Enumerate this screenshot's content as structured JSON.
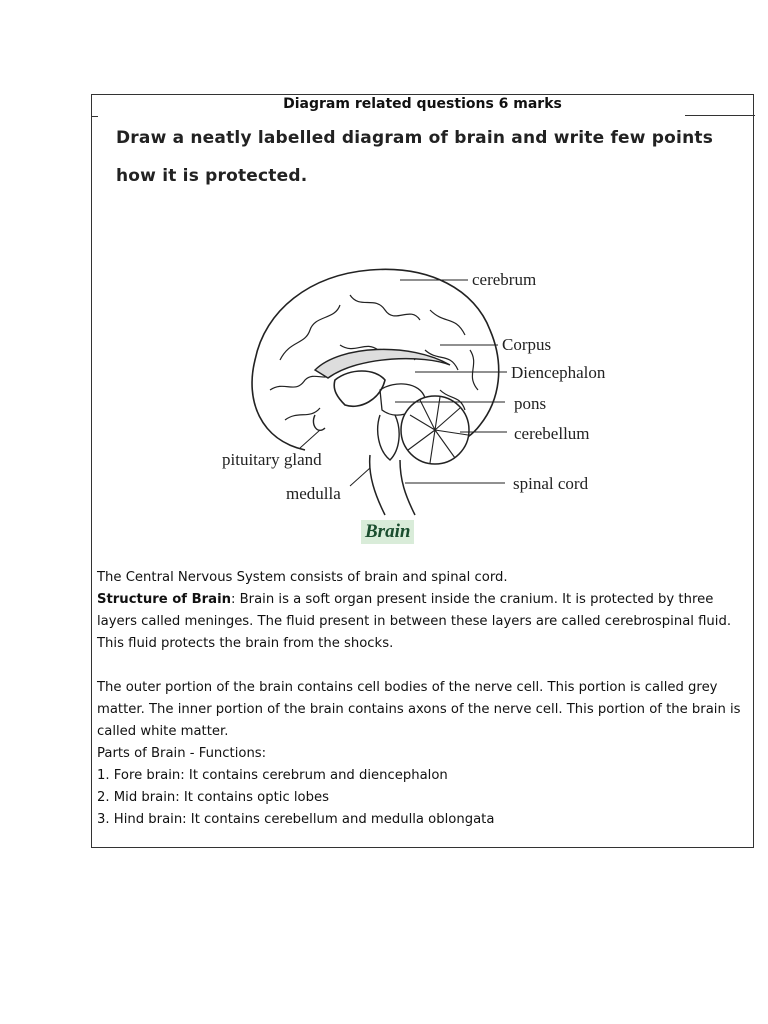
{
  "header": {
    "title": "Diagram related questions 6 marks"
  },
  "question": {
    "line1": "Draw a neatly labelled diagram of brain and write few points",
    "line2": "how it is protected."
  },
  "diagram": {
    "labels": {
      "cerebrum": "cerebrum",
      "corpus": "Corpus",
      "diencephalon": "Diencephalon",
      "pons": "pons",
      "cerebellum": "cerebellum",
      "pituitary": "pituitary gland",
      "medulla": "medulla",
      "spinal": "spinal cord"
    },
    "caption": "Brain"
  },
  "content": {
    "intro": "The Central Nervous System consists of brain and spinal cord.",
    "structure_label": "Structure of Brain",
    "structure_text": ": Brain is a soft organ present inside the cranium. It is protected by three layers called meninges. The fluid present in between these layers are called cerebrospinal fluid. This fluid protects the brain from the shocks.",
    "matter_text": "The outer portion of the brain contains cell bodies of the nerve cell. This portion is called grey matter. The inner portion of the brain contains axons of the nerve cell. This portion of the brain is called white matter.",
    "parts_heading": "Parts of Brain - Functions:",
    "parts": [
      "1. Fore brain: It contains cerebrum and diencephalon",
      "2. Mid brain: It contains optic lobes",
      "3. Hind brain: It contains cerebellum and medulla oblongata"
    ]
  }
}
